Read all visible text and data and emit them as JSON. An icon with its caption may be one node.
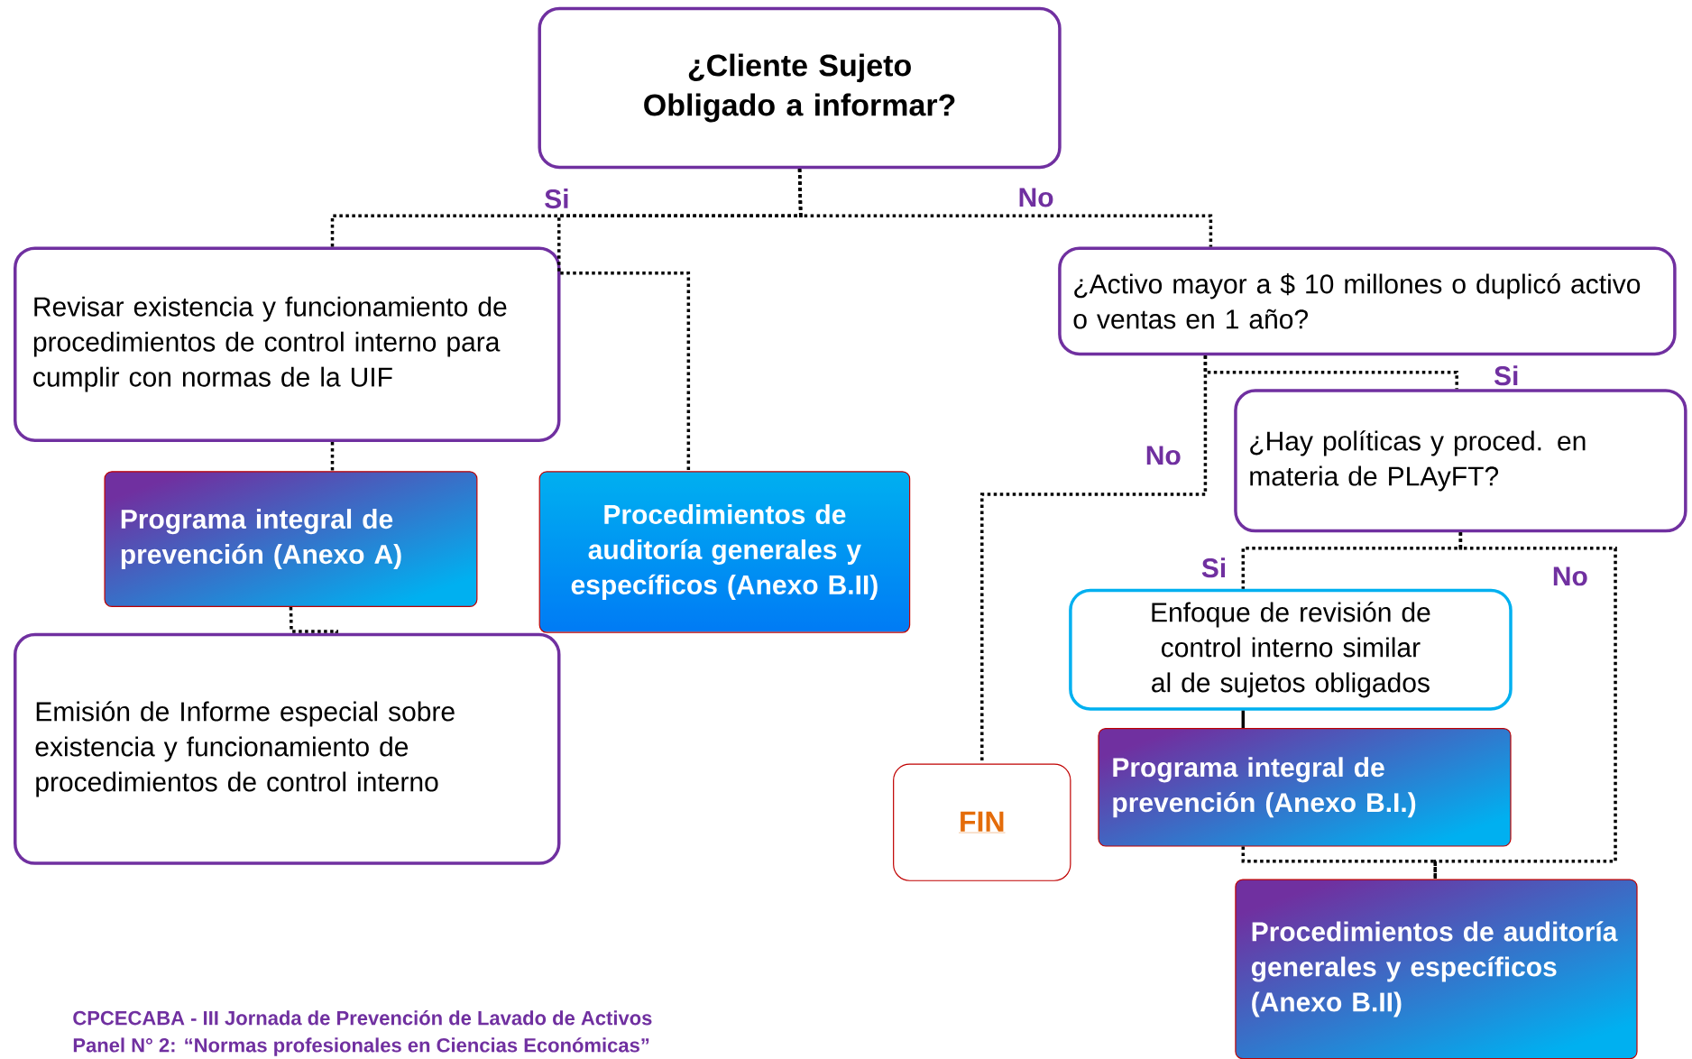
{
  "diagram": {
    "nodes": [
      {
        "text": [
          "¿Cliente Sujeto Obligado a informar?"
        ]
      },
      {
        "text": [
          "Revisar existencia y funcionamiento de procedimientos de control interno para cumplir con normas de la UIF"
        ]
      },
      {
        "text": [
          "Programa integral de prevención (Anexo A)"
        ]
      },
      {
        "text": [
          "Procedimientos de auditoría generales y específicos (Anexo B.II)"
        ]
      },
      {
        "text": [
          "Emisión de Informe especial sobre existencia y funcionamiento de procedimientos de control interno"
        ]
      },
      {
        "text": [
          "¿Activo mayor a $ 10 millones o duplicó activo o ventas en 1 año?"
        ]
      },
      {
        "text": [
          "¿Hay políticas y proced. en materia de PLAyFT?"
        ]
      },
      {
        "text": [
          "Enfoque de revisión de control interno similar al de sujetos obligados"
        ]
      },
      {
        "text": [
          "FIN"
        ]
      },
      {
        "text": [
          "Programa integral de prevención (Anexo B.I.)"
        ]
      },
      {
        "text": [
          "Procedimientos de auditoría generales y específicos (Anexo B.II)"
        ]
      }
    ],
    "edges": [
      {
        "from": 0,
        "to": 1,
        "arrow": "none",
        "label": "Si",
        "style": "dashed"
      },
      {
        "from": 0,
        "to": 3,
        "arrow": "none",
        "style": "dashed"
      },
      {
        "from": 0,
        "to": 5,
        "arrow": "none",
        "label": "No",
        "style": "dashed"
      },
      {
        "from": 1,
        "to": 2,
        "arrow": "none",
        "style": "dashed"
      },
      {
        "from": 2,
        "to": 4,
        "arrow": "none",
        "style": "dashed"
      },
      {
        "from": 5,
        "to": 6,
        "arrow": "none",
        "label": "Si",
        "style": "dashed"
      },
      {
        "from": 5,
        "to": 8,
        "arrow": "none",
        "label": "No",
        "style": "dashed"
      },
      {
        "from": 6,
        "to": 7,
        "arrow": "none",
        "label": "Si",
        "style": "dashed"
      },
      {
        "from": 6,
        "to": 10,
        "arrow": "none",
        "label": "No",
        "style": "dashed"
      },
      {
        "from": 7,
        "to": 9,
        "arrow": "none"
      },
      {
        "from": 9,
        "to": 10,
        "arrow": "none",
        "style": "dashed"
      }
    ],
    "labels": [
      "CPCECABA - III Jornada de Prevención de Lavado de Activos",
      "Panel N° 2: “Normas profesionales en Ciencias Económicas”"
    ]
  }
}
